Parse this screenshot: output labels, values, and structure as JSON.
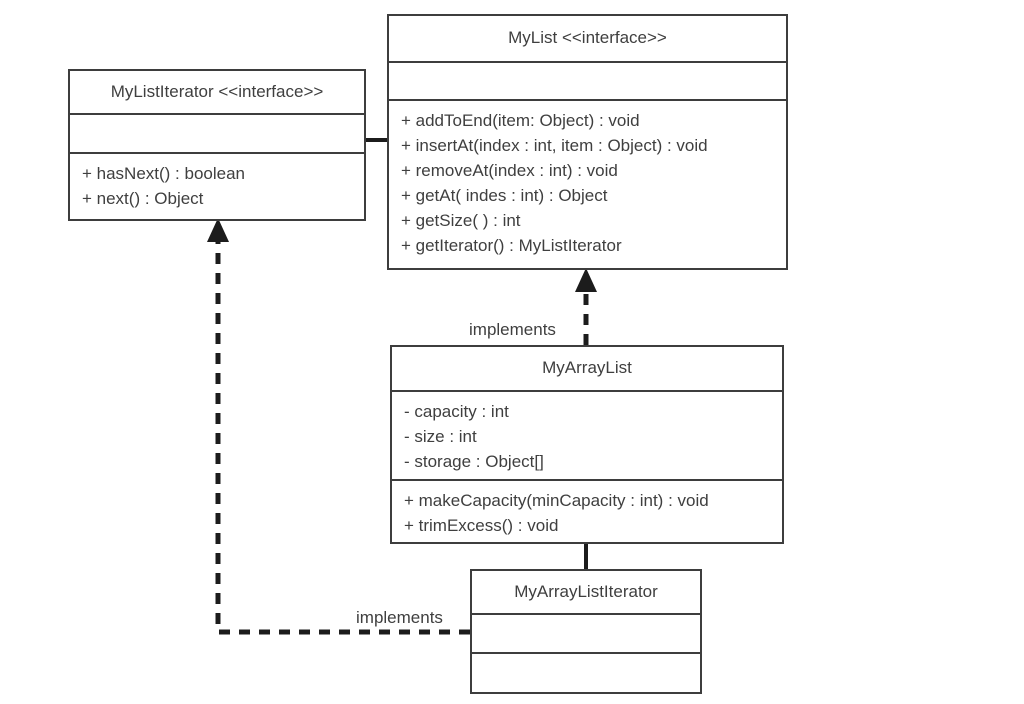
{
  "diagram": {
    "type": "uml-class-diagram",
    "background_color": "#ffffff",
    "stroke_color": "#3d3d3d",
    "text_color": "#3f3f3f",
    "connector_color": "#1c1c1c"
  },
  "classes": {
    "mylist": {
      "name": "MyList <<interface>>",
      "attributes": [],
      "methods": [
        "+ addToEnd(item: Object) : void",
        "+ insertAt(index : int, item : Object) : void",
        "+ removeAt(index : int) : void",
        "+ getAt( indes : int) : Object",
        "+ getSize( ) : int",
        "+ getIterator() : MyListIterator"
      ]
    },
    "mylistiterator": {
      "name": "MyListIterator <<interface>>",
      "attributes": [],
      "methods": [
        "+ hasNext() : boolean",
        "+ next() : Object"
      ]
    },
    "myarraylist": {
      "name": "MyArrayList",
      "attributes": [
        "- capacity : int",
        "- size : int",
        "- storage : Object[]"
      ],
      "methods": [
        "+ makeCapacity(minCapacity : int) : void",
        "+ trimExcess() : void"
      ]
    },
    "myarraylistiterator": {
      "name": "MyArrayListIterator",
      "attributes": [],
      "methods": []
    }
  },
  "relationships": {
    "implements_mylist": {
      "label": "implements",
      "from": "MyArrayList",
      "to": "MyList",
      "style": "dashed-hollow-arrow"
    },
    "implements_mylistiterator": {
      "label": "implements",
      "from": "MyArrayListIterator",
      "to": "MyListIterator",
      "style": "dashed-hollow-arrow"
    },
    "assoc_iterator_list": {
      "label": "",
      "from": "MyListIterator",
      "to": "MyList",
      "style": "solid-line"
    },
    "assoc_arraylist_iterator": {
      "label": "",
      "from": "MyArrayList",
      "to": "MyArrayListIterator",
      "style": "solid-line"
    }
  }
}
